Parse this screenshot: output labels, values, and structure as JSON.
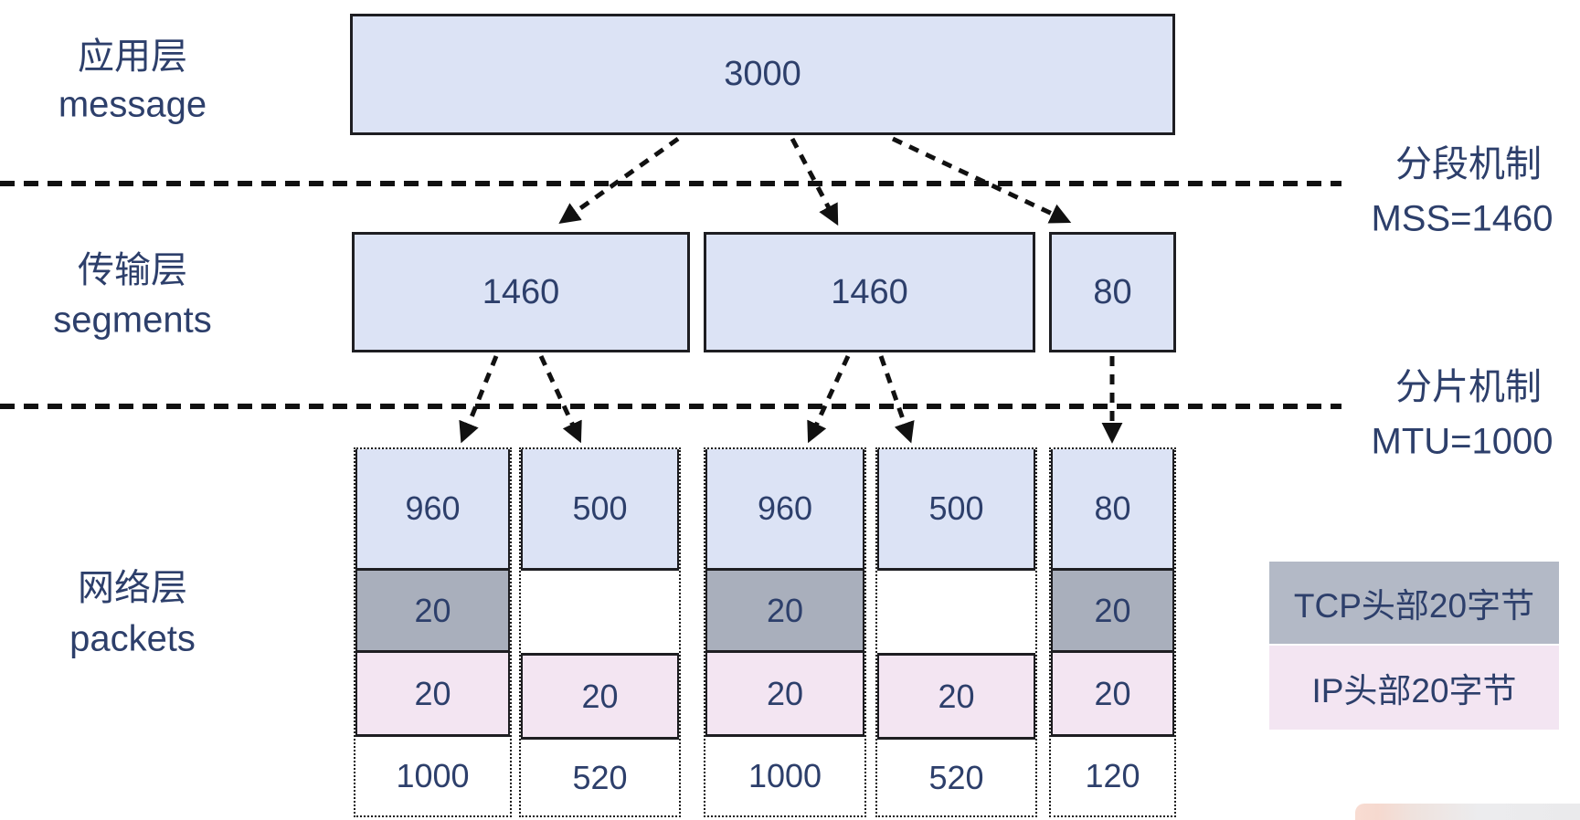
{
  "layers": [
    {
      "id": "application",
      "zh": "应用层",
      "en": "message"
    },
    {
      "id": "transport",
      "zh": "传输层",
      "en": "segments"
    },
    {
      "id": "network",
      "zh": "网络层",
      "en": "packets"
    }
  ],
  "application": {
    "message_size": "3000"
  },
  "transport": {
    "segments": [
      "1460",
      "1460",
      "80"
    ]
  },
  "network": {
    "packets": [
      {
        "data": "960",
        "tcp_header": "20",
        "ip_header": "20",
        "total": "1000"
      },
      {
        "data": "500",
        "ip_header": "20",
        "total": "520"
      },
      {
        "data": "960",
        "tcp_header": "20",
        "ip_header": "20",
        "total": "1000"
      },
      {
        "data": "500",
        "ip_header": "20",
        "total": "520"
      },
      {
        "data": "80",
        "tcp_header": "20",
        "ip_header": "20",
        "total": "120"
      }
    ]
  },
  "annotations": {
    "segmentation": {
      "title": "分段机制",
      "detail": "MSS=1460"
    },
    "fragmentation": {
      "title": "分片机制",
      "detail": "MTU=1000"
    }
  },
  "legend": [
    {
      "label": "TCP头部20字节",
      "swatch_color": "#b3b9c6"
    },
    {
      "label": "IP头部20字节",
      "swatch_color": "#f3e5f2"
    }
  ],
  "colors": {
    "data_fill": "#dce3f5",
    "tcp_fill": "#a9afbc",
    "ip_fill": "#f3e5f2",
    "text": "#2d3f6b",
    "border": "#1e1e22",
    "line": "#111111"
  }
}
